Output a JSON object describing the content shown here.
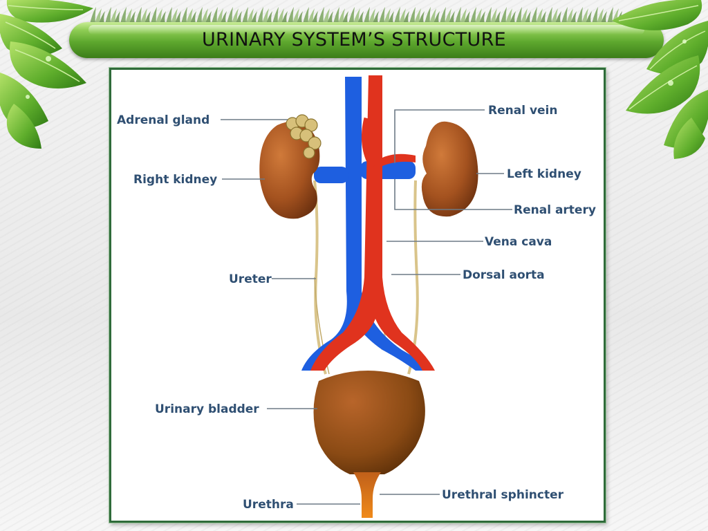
{
  "slide": {
    "title": "URINARY SYSTEM’S STRUCTURE"
  },
  "colors": {
    "title_bar": "#5ea82e",
    "frame_border": "#2f6b3a",
    "label_text": "#2f4f72",
    "vein_blue": "#1e5fe0",
    "artery_red": "#e0331e",
    "kidney_brown": "#a4521f",
    "bladder_brown": "#8a4a14",
    "ureter_tan": "#d9c48a"
  },
  "diagram": {
    "labels": {
      "adrenal_gland": "Adrenal gland",
      "right_kidney": "Right kidney",
      "ureter": "Ureter",
      "urinary_bladder": "Urinary bladder",
      "urethra": "Urethra",
      "renal_vein": "Renal vein",
      "left_kidney": "Left kidney",
      "renal_artery": "Renal artery",
      "vena_cava": "Vena cava",
      "dorsal_aorta": "Dorsal aorta",
      "urethral_sphincter": "Urethral sphincter"
    }
  },
  "decor": {
    "icons": [
      "leaf-cluster-icon",
      "grass-strip-icon"
    ]
  }
}
